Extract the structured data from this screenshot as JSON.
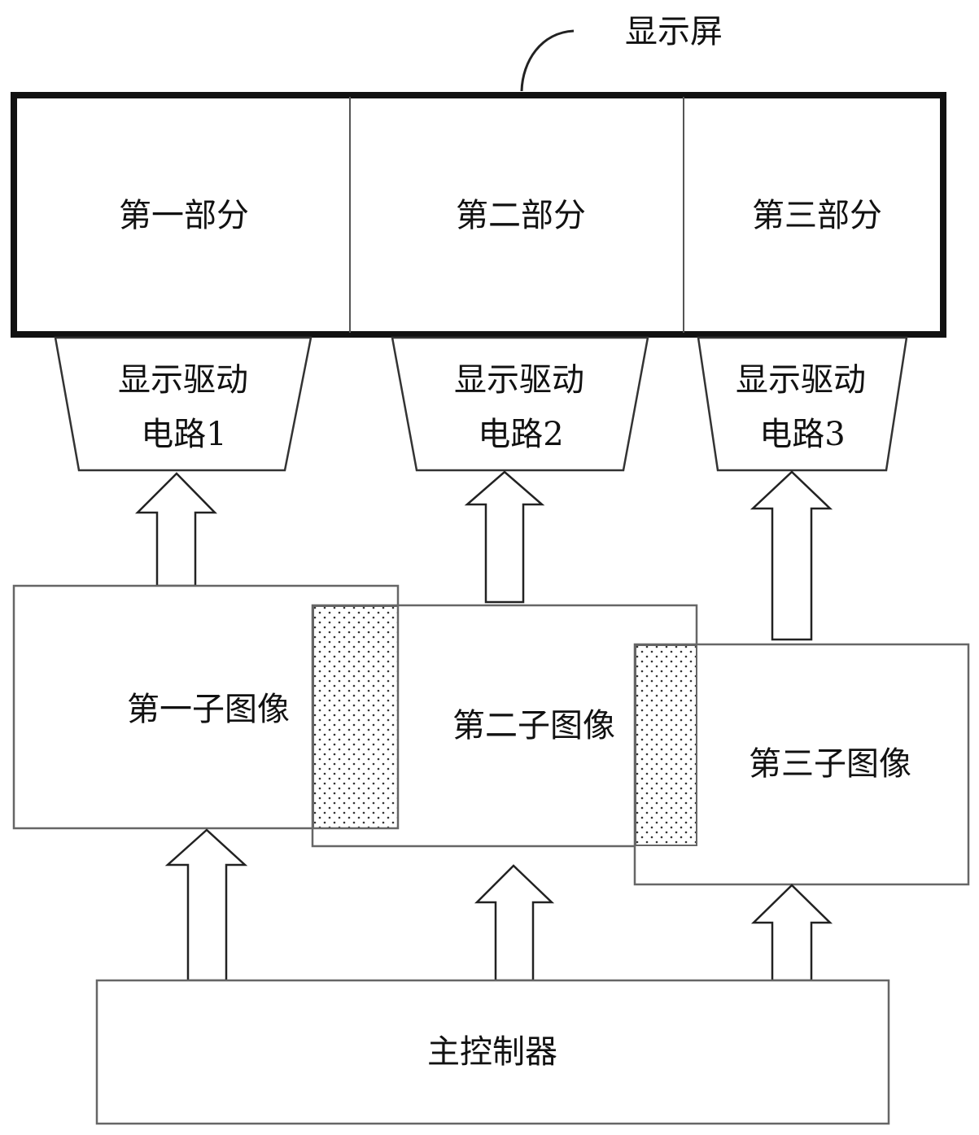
{
  "screen_callout": "显示屏",
  "screen_parts": [
    {
      "label": "第一部分"
    },
    {
      "label": "第二部分"
    },
    {
      "label": "第三部分"
    }
  ],
  "drivers": [
    {
      "line1": "显示驱动",
      "line2": "电路1"
    },
    {
      "line1": "显示驱动",
      "line2": "电路2"
    },
    {
      "line1": "显示驱动",
      "line2": "电路3"
    }
  ],
  "sub_images": [
    {
      "label": "第一子图像"
    },
    {
      "label": "第二子图像"
    },
    {
      "label": "第三子图像"
    }
  ],
  "controller": {
    "label": "主控制器"
  },
  "colors": {
    "stroke": "#555555",
    "screen_border": "#111111",
    "text": "#111111",
    "overlap_dots": "#333333"
  }
}
